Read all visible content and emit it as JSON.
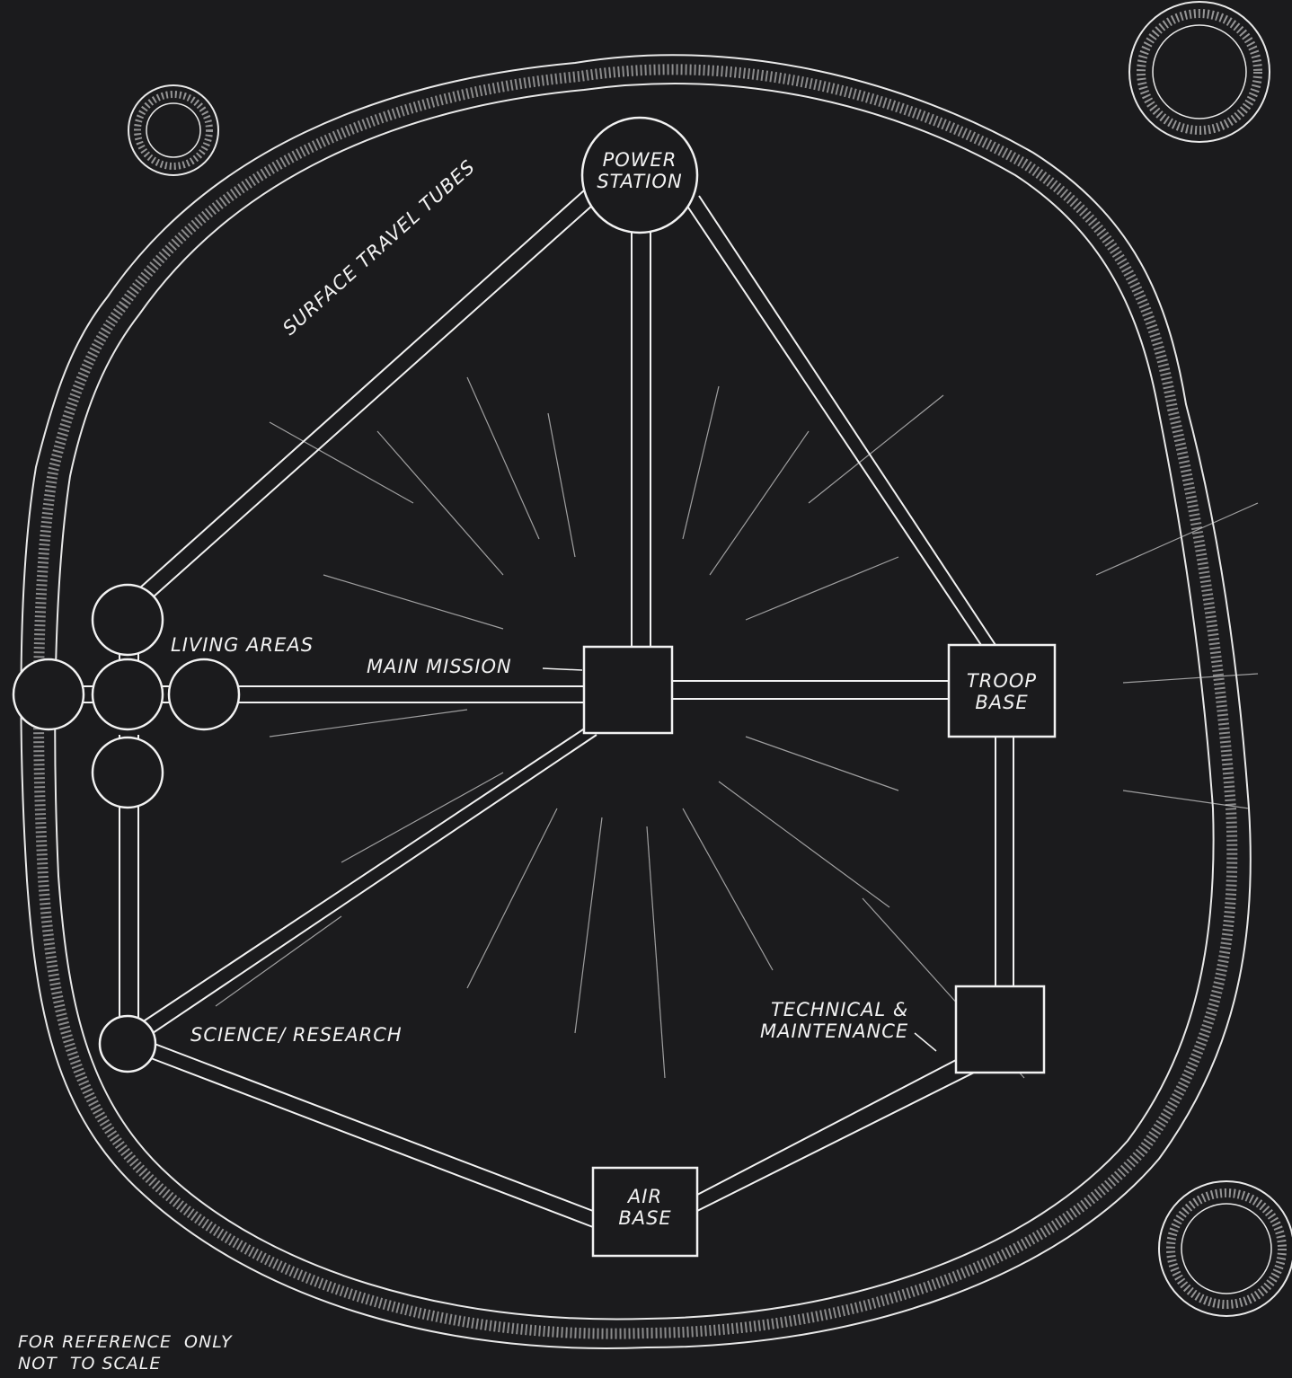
{
  "colors": {
    "background": "#1b1b1d",
    "ink": "#f2f2f2"
  },
  "nodes": {
    "power_station": "POWER\nSTATION",
    "main_mission": "",
    "troop_base": "TROOP\nBASE",
    "technical_maintenance": "",
    "air_base": "AIR\nBASE",
    "science_research": "",
    "living_areas": ""
  },
  "labels": {
    "living_areas": "LIVING AREAS",
    "main_mission": "MAIN MISSION",
    "surface_travel_tubes": "SURFACE TRAVEL TUBES",
    "science_research": "SCIENCE/ RESEARCH",
    "technical_maintenance": "TECHNICAL &\nMAINTENANCE"
  },
  "footnote": "FOR REFERENCE  ONLY\nNOT  TO SCALE"
}
